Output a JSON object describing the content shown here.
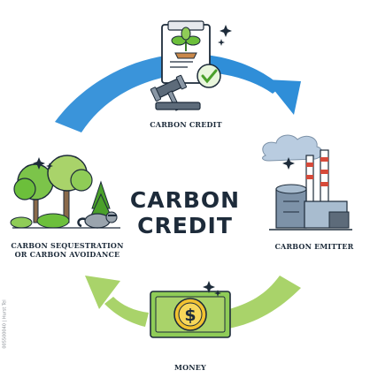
{
  "center": {
    "line1": "CARBON",
    "line2": "CREDIT"
  },
  "nodes": {
    "top": {
      "label": "CARBON CREDIT"
    },
    "right": {
      "label": "CARBON EMITTER"
    },
    "left": {
      "line1": "CARBON SEQUESTRATION",
      "line2": "OR CARBON AVOIDANCE"
    },
    "bottom": {
      "label": "MONEY"
    }
  },
  "side_note": "005500040 | Hurst Tel",
  "colors": {
    "arrow_blue": "#2f8ed8",
    "arrow_green": "#a9d36a",
    "money_green": "#8fcc57",
    "coin_gold": "#f2c230",
    "leaf_green": "#6cbf3b",
    "outline": "#1d2b3a"
  },
  "icons": {
    "top": "document-with-plant-and-gavel-icon",
    "right": "factory-with-smokestacks-icon",
    "left": "trees-and-raccoon-icon",
    "bottom": "dollar-banknote-icon"
  }
}
